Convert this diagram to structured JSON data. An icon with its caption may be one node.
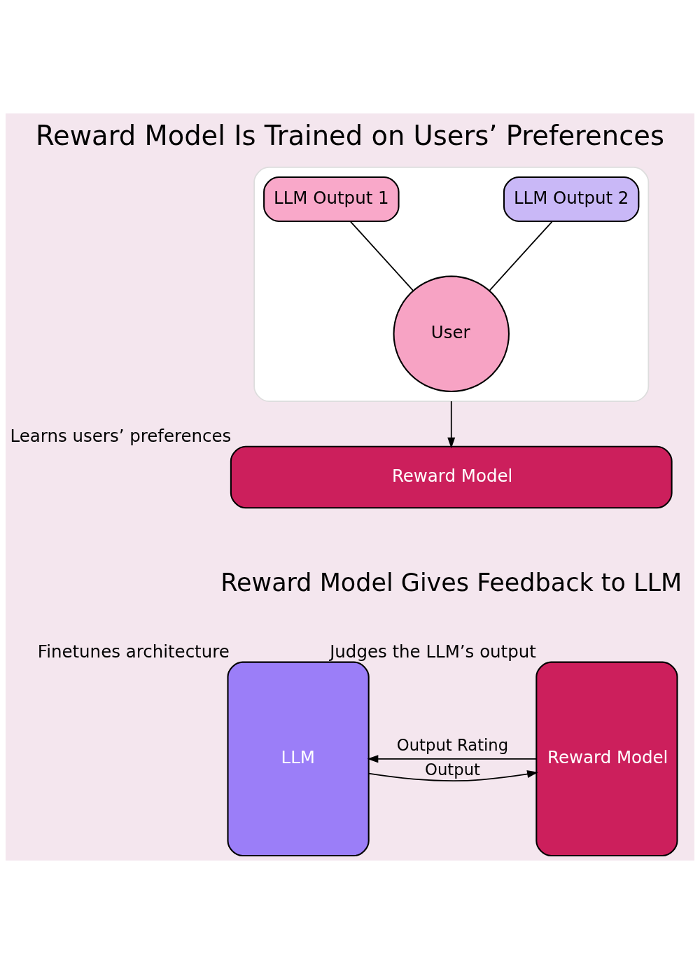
{
  "diagram": {
    "title": "Reward Model Is Trained on Users’ Preferences",
    "nodes": [
      {
        "text": [],
        "shape": "box"
      },
      {
        "text": [
          "LLM Output 1"
        ],
        "in": 0
      },
      {
        "text": [
          "LLM Output 2"
        ],
        "in": 0
      },
      {
        "text": [
          "User"
        ],
        "in": 0
      },
      {
        "text": [
          "Reward Model"
        ],
        "beside": [
          "Learns users’ preferences"
        ]
      },
      {
        "text": [
          "LLM"
        ],
        "beside": [
          "Finetunes architecture"
        ]
      },
      {
        "text": [
          "Reward Model"
        ],
        "beside": [
          "Judges the LLM’s output"
        ]
      }
    ],
    "edges": [
      {
        "from": 1,
        "to": 3,
        "arrow": "none"
      },
      {
        "from": 2,
        "to": 3,
        "arrow": "none"
      },
      {
        "from": 0,
        "to": 4,
        "arrow": "to"
      },
      {
        "from": 5,
        "to": 6,
        "arrow": "to",
        "label": "Output"
      },
      {
        "from": 6,
        "to": 5,
        "arrow": "to",
        "label": "Output Rating"
      }
    ],
    "labels": [
      "Reward Model Gives Feedback to LLM"
    ]
  }
}
